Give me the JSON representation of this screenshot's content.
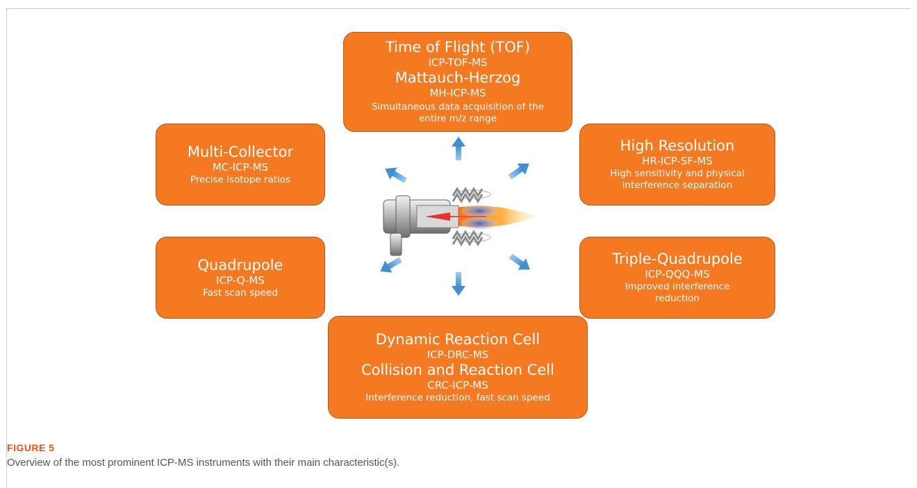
{
  "figure": {
    "label": "FIGURE 5",
    "caption": "Overview of the most prominent ICP-MS instruments with their main characteristic(s)."
  },
  "colors": {
    "box_fill": "#f47920",
    "box_border": "#b45a18",
    "arrow": "#5aa0d8",
    "caption_label": "#e8550f",
    "caption_text": "#555555"
  },
  "boxes": {
    "tof": {
      "title": "Time of Flight (TOF)",
      "acronym": "ICP-TOF-MS",
      "title2": "Mattauch-Herzog",
      "acronym2": "MH-ICP-MS",
      "desc_line1": "Simultaneous data acquisition of the",
      "desc_line2": "entire m/z range"
    },
    "mc": {
      "title": "Multi-Collector",
      "acronym": "MC-ICP-MS",
      "desc": "Precise isotope ratios"
    },
    "hr": {
      "title": "High Resolution",
      "acronym": "HR-ICP-SF-MS",
      "desc_line1": "High sensitivity and physical",
      "desc_line2": "interference separation"
    },
    "q": {
      "title": "Quadrupole",
      "acronym": "ICP-Q-MS",
      "desc": "Fast scan speed"
    },
    "qqq": {
      "title": "Triple-Quadrupole",
      "acronym": "ICP-QQQ-MS",
      "desc_line1": "Improved interference",
      "desc_line2": "reduction"
    },
    "drc": {
      "title": "Dynamic Reaction Cell",
      "acronym": "ICP-DRC-MS",
      "title2": "Collision and Reaction Cell",
      "acronym2": "CRC-ICP-MS",
      "desc": "Interference reduction, fast scan speed"
    }
  },
  "center_image": {
    "icon": "icp-torch-icon"
  }
}
